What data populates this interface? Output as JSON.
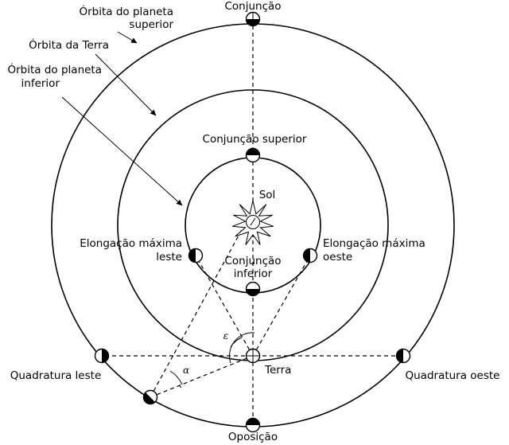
{
  "labels": {
    "orbita_superior_1": "Órbita do planeta",
    "orbita_superior_2": "superior",
    "orbita_terra": "Órbita da Terra",
    "orbita_inferior_1": "Órbita do planeta",
    "orbita_inferior_2": "inferior",
    "conjuncao": "Conjunção",
    "conjuncao_superior": "Conjunção superior",
    "sol": "Sol",
    "elongacao_leste_1": "Elongação máxima",
    "elongacao_leste_2": "leste",
    "elongacao_oeste_1": "Elongação máxima",
    "elongacao_oeste_2": "oeste",
    "conjuncao_inferior_1": "Conjunção",
    "conjuncao_inferior_2": "inferior",
    "terra": "Terra",
    "quadratura_leste": "Quadratura leste",
    "quadratura_oeste": "Quadratura oeste",
    "oposicao": "Oposição",
    "epsilon": "ε",
    "alpha": "α"
  },
  "colors": {
    "ink": "#000000",
    "paper": "#ffffff"
  },
  "icons": {
    "sun": "sun-icon",
    "planet": "planet-icon",
    "earth": "earth-icon"
  }
}
